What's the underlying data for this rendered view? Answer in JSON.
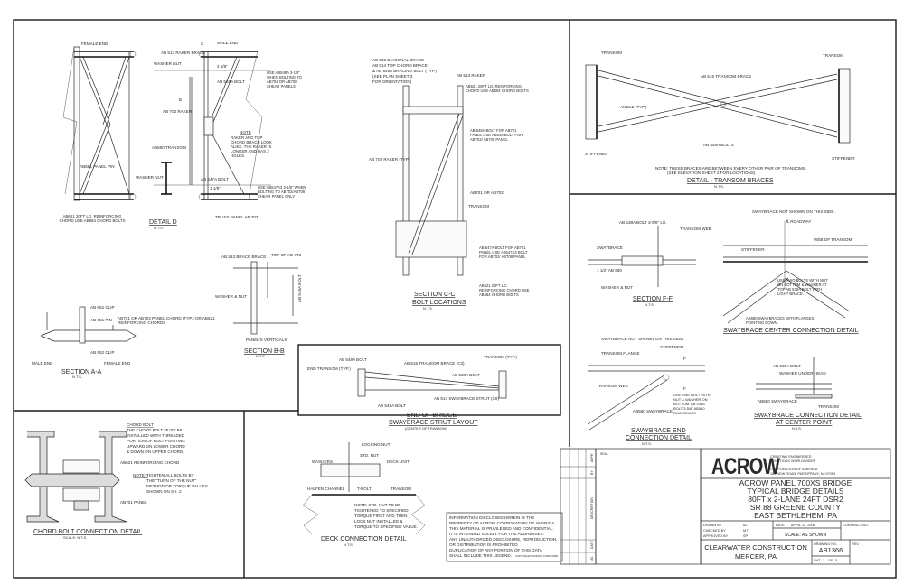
{
  "detail_d": {
    "title": "DETAIL D",
    "scale": "N.T.S.",
    "labels": [
      "FEMALE END",
      "MALE END",
      "AB 513 RAKER BRACE",
      "WASHER NUT",
      "2 5/8\"",
      "AB 548A BOLT",
      "AB 703 RAKER",
      "AB560 TRANSOM",
      "WASHER NUT",
      "AB 547A BOLT",
      "1 1/8\"",
      "NOTE",
      "RAKER AND TOP CHORD BRACE LOOK ALIKE. THE RAKER IS LONGER AND HAS 2 HOLES.",
      "AB651 PANEL PIN",
      "AB621 20FT LG. REINFORCING CHORD USE AB584 CHORD BOLTS",
      "TRUSS PANEL AB 703",
      "USE AB548A 3-1/8\" WHEN BOLTING TO AB702 OR AB708 SHEAR PANELS",
      "USE AB547A3 3-1/8\" WHEN BOLTING TO AB702/AB708 SHEAR PANEL ONLY",
      "A",
      "B",
      "C"
    ]
  },
  "section_aa": {
    "title": "SECTION A-A",
    "scale": "N.T.S.",
    "labels": [
      "AB 652 CLIP",
      "AB 651 PIN",
      "AB701 OR AB703 PANEL CHORD (TYP.) OR AB621 REINFORCING CHORDS",
      "AB 652 CLIP",
      "MALE END",
      "FEMALE END"
    ]
  },
  "section_bb": {
    "title": "SECTION B-B",
    "scale": "N.T.S.",
    "labels": [
      "AB 513 BRACE BRACE",
      "TOP OF AB 703",
      "WASHER & NUT",
      "AB 548A BOLT",
      "PANEL'S VERTICALS"
    ]
  },
  "section_cc": {
    "title": "SECTION C-C",
    "subtitle": "BOLT LOCATIONS",
    "scale": "N.T.S.",
    "labels": [
      "AB 503 DIAGONAL BRACE",
      "AB 514 TOP CHORD BRACE",
      "& AB 548A BRACING BOLT (TYP.)",
      "(SEE PLAN SHEET 3",
      "FOR ORIENTATION)",
      "AB 513 RAKER",
      "AB621 20FT LG. REINFORCING CHORD USE AB584 CHORD BOLTS",
      "AB 548A BOLT FOR AB701 PANEL USE AB549 BOLT FOR AB702/ AB708 PANEL",
      "AB 703 RAKER (TYP.)",
      "AB701 OR AB702",
      "TRANSOM",
      "AB 547A BOLT FOR AB701 PANEL USE AB547A3 BOLT FOR AB702/ AB708 PANEL",
      "AB621 20FT LG. REINFORCING CHORD USE AB584 CHORD BOLTS"
    ]
  },
  "transom_braces": {
    "title": "DETAIL - TRANSOM BRACES",
    "scale": "N.T.S.",
    "note": "NOTE: THESE BRACES ARE BETWEEN EVERY OTHER PAIR OF TRANSOMS.",
    "note2": "(SEE ELEVATION SHEET 2 FOR LOCATIONS)",
    "labels": [
      "TRANSOM",
      "TRANSOM",
      "AB 516 TRANSOM BRACE",
      "ANGLE (TYP.)",
      "AB 548A BOLTS",
      "STIFFENER",
      "STIFFENER"
    ]
  },
  "section_ff": {
    "title": "SECTION F-F",
    "scale": "N.T.S.",
    "labels": [
      "AB 538A BOLT 3-5/8\" LG.",
      "TRANSOM WEB",
      "SWAYBRACE",
      "1 1/2\" AB 560",
      "WASHER & NUT"
    ]
  },
  "swaybrace_center": {
    "title": "SWAYBRACE CENTER CONNECTION DETAIL",
    "labels": [
      "SWAYBRACE NOT SHOWN ON THIS SIDE.",
      "℄ ROADWAY",
      "STIFFENER",
      "WEB OF TRANSOM",
      "USE TWO BOLTS WITH NUT ON BOTTOM & WASHER AT TOP AB 538A BOLT WITH LIGHT BRACE.",
      "AB580 SWAYBRACES WITH FLANGES POINTING DOWN."
    ]
  },
  "swaybrace_end": {
    "title": "SWAYBRACE END",
    "title2": "CONNECTION DETAIL",
    "scale": "N.T.S.",
    "labels": [
      "SWAYBRACE NOT SHOWN ON THIS SIDE.",
      "STIFFENER",
      "TRANSOM FLANGE",
      "TRANSOM WEB",
      "AB580 SWAYBRACE",
      "USE ONE BOLT WITH NUT & WASHER ON BOTTOM. AB 538A BOLT 3-5/8\" AB580 SWAYBRACE",
      "F",
      "F"
    ]
  },
  "swaybrace_center_point": {
    "title": "SWAYBRACE CONNECTION DETAIL",
    "title2": "AT CENTER POINT",
    "scale": "N.T.S.",
    "labels": [
      "AB 538A BOLT",
      "WASHER UNDER HEAD",
      "AB580 SWAYBRACE",
      "TRANSOM"
    ]
  },
  "end_of_bridge": {
    "title": "END OF BRIDGE",
    "subtitle": "SWAYBRACE STRUT LAYOUT",
    "scale": "(CENTER OF TRANSOM)",
    "labels": [
      "AB 548A BOLT",
      "END TRANSOM (TYP.)",
      "AB 516 TRANSOM BRACE (C3)",
      "TRANSOM (TYP.)",
      "AB 538A BOLT",
      "AB 517 SWAYBRACE STRUT (C6)",
      "AB 548A BOLT"
    ]
  },
  "chord_bolt": {
    "title": "CHORD BOLT CONNECTION DETAIL",
    "scale": "SCALE: N.T.S.",
    "labels": [
      "CHORD BOLT",
      "THE CHORD BOLT MUST BE",
      "INSTALLED WITH THREADED",
      "PORTION OF BOLT POINTING",
      "UPWARD ON LOWER CHORD",
      "& DOWN ON UPPER CHORD.",
      "AB621 REINFORCING CHORD",
      "NOTE: -",
      "TIGHTEN ALL BOLTS BY",
      "THE \"TURN OF THE NUT\"",
      "METHOD OR TORQUE VALUES",
      "SHOWN ON SH. 2",
      "AB701 PANEL"
    ]
  },
  "deck_connection": {
    "title": "DECK CONNECTION DETAIL",
    "scale": "N.T.S.",
    "labels": [
      "LOCKING NUT",
      "STD. NUT",
      "WASHERS",
      "DECK UNIT",
      "HALFEN CHANNEL",
      "T-BOLT",
      "TRANSOM",
      "NOTE: STD. NUT TO BE",
      "TIGHTENED TO SPECIFIED",
      "TORQUE FIRST AND THEN",
      "LOCK NUT INSTALLED &",
      "TORQUE TO SPECIFIED VALUE."
    ]
  },
  "legend": {
    "lines": [
      "INFORMATION DISCLOSED HEREIN IS THE",
      "PROPERTY OF ACROW CORPORATION OF AMERICA",
      "THIS MATERIAL IS PRIVILEGED AND CONFIDENTIAL.",
      "IT IS INTENDED SOLELY FOR THE ADDRESSEE.",
      "ANY UNAUTHORIZED DISCLOSURE, REPRODUCTION,",
      "OR DISTRIBUTION IS PROHIBITED.",
      "DUPLICATION OF ANY PORTION OF THIS DATA",
      "SHALL INCLUDE THIS LEGEND."
    ],
    "copyright": "COPYRIGHT ACROW CORP 2008"
  },
  "revision_block": {
    "headers": [
      "APPR",
      "BY",
      "DESCRIPTION",
      "DATE",
      "NO."
    ],
    "seal": "SEAL"
  },
  "title_block": {
    "logo": "ACROW",
    "tagline1": "CREATING ENGINEERED",
    "tagline2": "SOLUTIONS WORLDWIDE®",
    "company": "CORPORATION OF AMERICA",
    "address": "181 NEW ROAD, PARSIPPANY, NJ 07054",
    "title_lines": [
      "ACROW PANEL 700XS BRIDGE",
      "TYPICAL BRIDGE DETAILS",
      "80FT x 2-LANE 24FT DSR2",
      "SR 88 GREENE COUNTY",
      "EAST BETHLEHEM, PA"
    ],
    "drawn_by_label": "DRAWN BY",
    "drawn_by": "AJ",
    "checked_by_label": "CHECKED BY",
    "checked_by": "MT",
    "approved_by_label": "APPROVED BY",
    "approved_by": "SP",
    "date_label": "DATE",
    "date": "APRIL 15, 2008",
    "scale": "SCALE: AS SHOWN",
    "contract_label": "CONTRACT NO.",
    "client": "CLEARWATER CONSTRUCTION",
    "client_location": "MERCER, PA",
    "drawing_no_label": "DRAWING NO.",
    "drawing_no": "AB1366",
    "rev_label": "REV.",
    "sheet_label": "SHT",
    "sheet": "1",
    "of_label": "OF",
    "sheets": "5"
  }
}
